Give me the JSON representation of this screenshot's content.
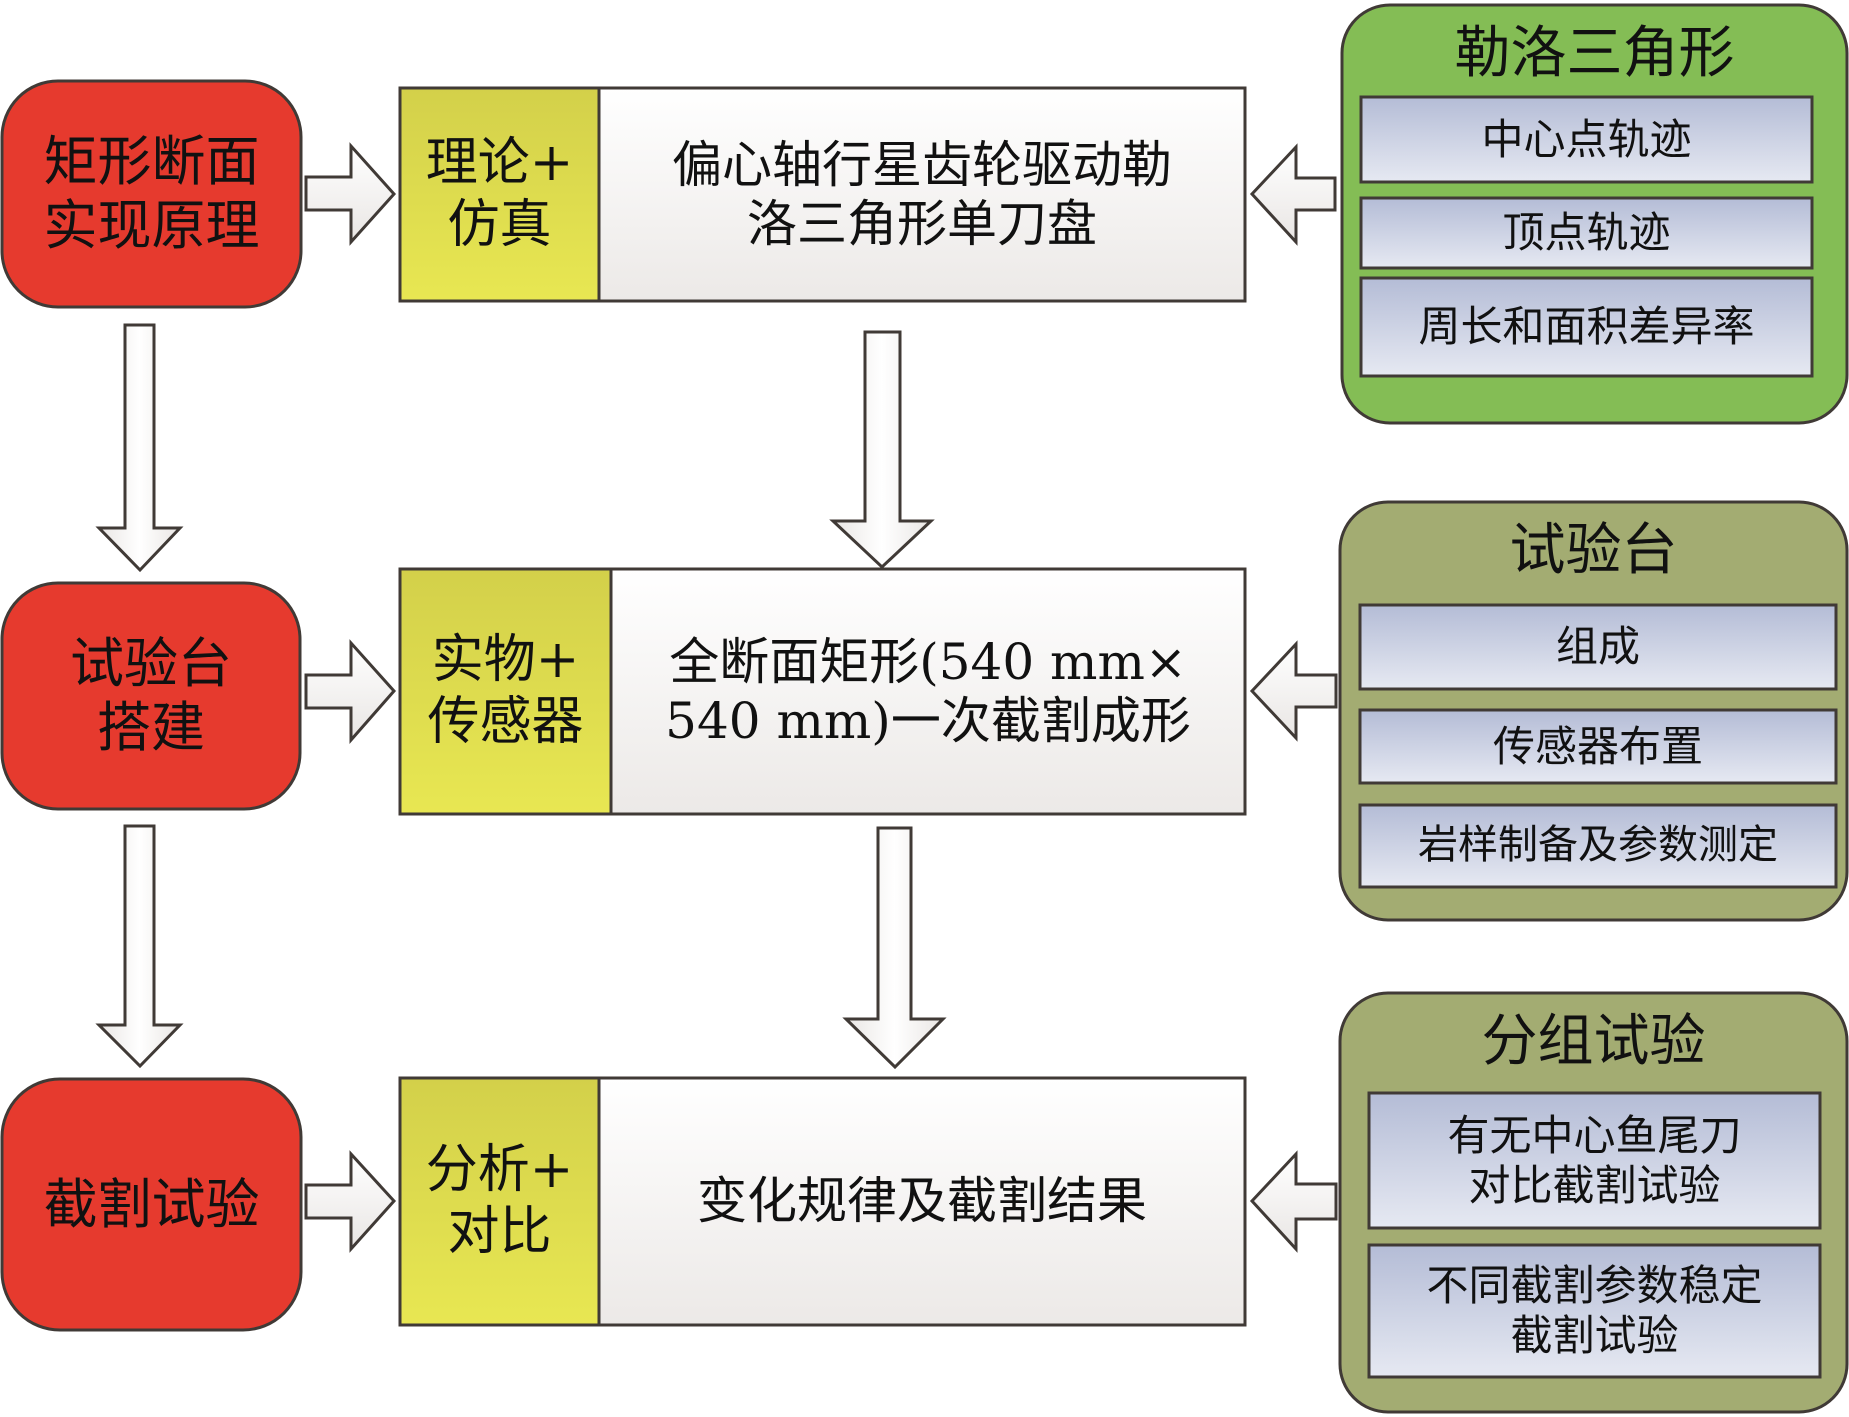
{
  "colors": {
    "process_fill": "#e63a2e",
    "tag_fill_top": "#d3d04a",
    "tag_fill_bottom": "#e8e752",
    "content_fill_top": "#ffffff",
    "content_fill_bottom": "#ece9e7",
    "panel_green": "#84bd55",
    "panel_olive": "#a3ac72",
    "sub_fill_top": "#b4bcd6",
    "sub_fill_bottom": "#e6e9f2",
    "border": "#403a36",
    "arrow_fill": "#f5f3f1"
  },
  "steps": [
    {
      "process": [
        "矩形断面",
        "实现原理"
      ],
      "tag": [
        "理论+",
        "仿真"
      ],
      "content": [
        "偏心轴行星齿轮驱动勒",
        "洛三角形单刀盘"
      ],
      "panel": {
        "title": "勒洛三角形",
        "items": [
          [
            "中心点轨迹"
          ],
          [
            "顶点轨迹"
          ],
          [
            "周长和面积差异率"
          ]
        ]
      }
    },
    {
      "process": [
        "试验台",
        "搭建"
      ],
      "tag": [
        "实物+",
        "传感器"
      ],
      "content": [
        "全断面矩形(540 mm×",
        "540 mm)一次截割成形"
      ],
      "panel": {
        "title": "试验台",
        "items": [
          [
            "组成"
          ],
          [
            "传感器布置"
          ],
          [
            "岩样制备及参数测定"
          ]
        ]
      }
    },
    {
      "process": [
        "截割试验"
      ],
      "tag": [
        "分析+",
        "对比"
      ],
      "content": [
        "变化规律及截割结果"
      ],
      "panel": {
        "title": "分组试验",
        "items": [
          [
            "有无中心鱼尾刀",
            "对比截割试验"
          ],
          [
            "不同截割参数稳定",
            "截割试验"
          ]
        ]
      }
    }
  ]
}
